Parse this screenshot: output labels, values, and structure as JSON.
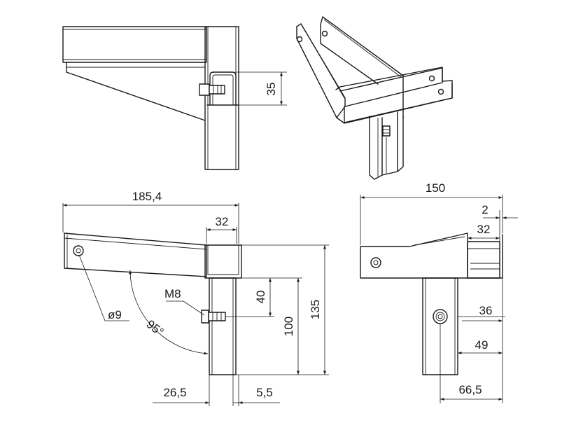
{
  "dimensions": {
    "side_35": "35",
    "overall_length": "185,4",
    "channel_width": "32",
    "hole_diameter": "ø9",
    "bolt_size": "M8",
    "angle": "95°",
    "bolt_height": "40",
    "post_height": "100",
    "total_height": "135",
    "offset_left": "26,5",
    "offset_right": "5,5",
    "top_length": "150",
    "thickness": "2",
    "top_channel": "32",
    "dim_36": "36",
    "dim_49": "49",
    "dim_66": "66,5"
  }
}
